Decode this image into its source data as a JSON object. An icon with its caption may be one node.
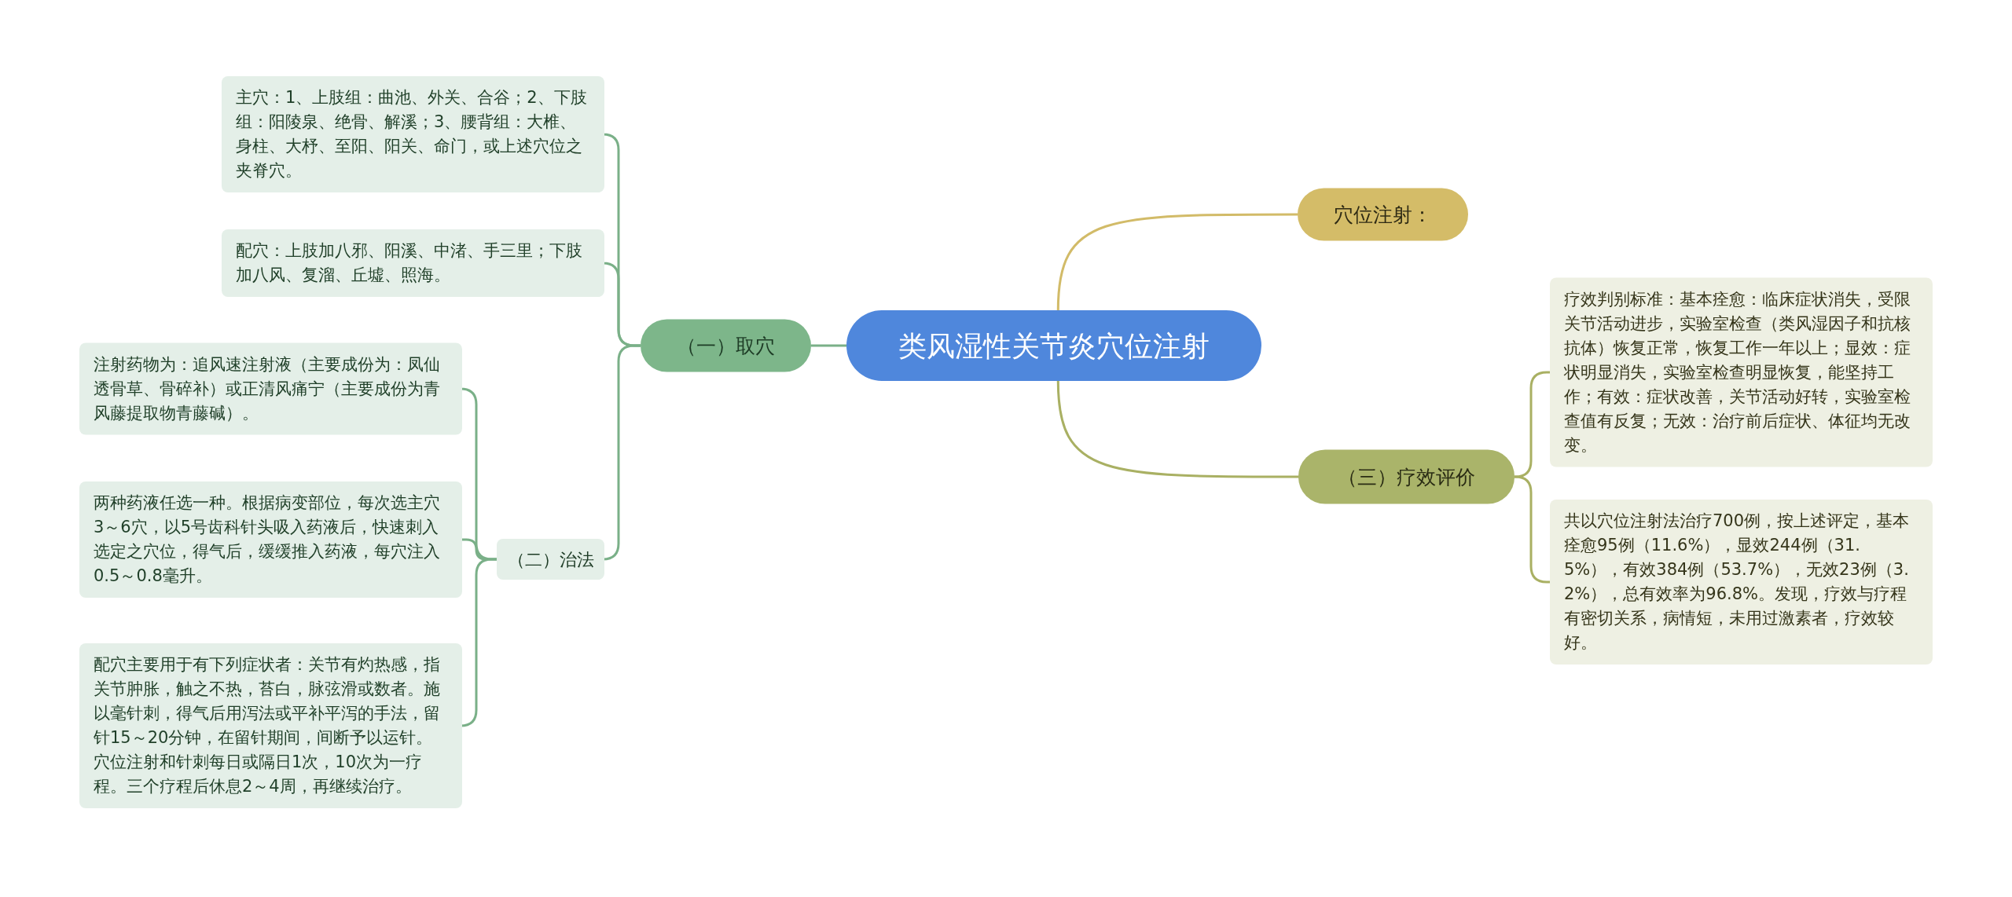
{
  "diagram": {
    "nodes": [
      {
        "text": [
          "类风湿性关节炎穴位注射"
        ]
      },
      {
        "text": [
          "（一）取穴"
        ]
      },
      {
        "text": [
          "主穴：1、上肢组：曲池、外关、合谷；2、下肢组：阳陵泉、绝骨、解溪；3、腰背组：大椎、身柱、大杼、至阳、阳关、命门，或上述穴位之夹脊穴。"
        ]
      },
      {
        "text": [
          "配穴：上肢加八邪、阳溪、中渚、手三里；下肢加八风、复溜、丘墟、照海。"
        ]
      },
      {
        "text": [
          "（二）治法"
        ]
      },
      {
        "text": [
          "注射药物为：追风速注射液（主要成份为：凤仙透骨草、骨碎补）或正清风痛宁（主要成份为青风藤提取物青藤碱）。"
        ]
      },
      {
        "text": [
          "两种药液任选一种。根据病变部位，每次选主穴3～6穴，以5号齿科针头吸入药液后，快速刺入选定之穴位，得气后，缓缓推入药液，每穴注入0.5～0.8毫升。"
        ]
      },
      {
        "text": [
          "配穴主要用于有下列症状者：关节有灼热感，指关节肿胀，触之不热，苔白，脉弦滑或数者。施以毫针刺，得气后用泻法或平补平泻的手法，留针15～20分钟，在留针期间，间断予以运针。穴位注射和针刺每日或隔日1次，10次为一疗程。三个疗程后休息2～4周，再继续治疗。"
        ]
      },
      {
        "text": [
          "穴位注射："
        ]
      },
      {
        "text": [
          "（三）疗效评价"
        ]
      },
      {
        "text": [
          "疗效判别标准：基本痊愈：临床症状消失，受限关节活动进步，实验室检查（类风湿因子和抗核抗体）恢复正常，恢复工作一年以上；显效：症状明显消失，实验室检查明显恢复，能坚持工作；有效：症状改善，关节活动好转，实验室检查值有反复；无效：治疗前后症状、体征均无改变。"
        ]
      },
      {
        "text": [
          "共以穴位注射法治疗700例，按上述评定，基本痊愈95例（11.6%），显效244例（31.5%），有效384例（53.7%），无效23例（3.2%），总有效率为96.8%。发现，疗效与疗程有密切关系，病情短，未用过激素者，疗效较好。"
        ]
      }
    ],
    "edges": [
      {
        "from": 0,
        "to": 1,
        "arrow": "none"
      },
      {
        "from": 1,
        "to": 2,
        "arrow": "none"
      },
      {
        "from": 1,
        "to": 3,
        "arrow": "none"
      },
      {
        "from": 1,
        "to": 4,
        "arrow": "none"
      },
      {
        "from": 4,
        "to": 5,
        "arrow": "none"
      },
      {
        "from": 4,
        "to": 6,
        "arrow": "none"
      },
      {
        "from": 4,
        "to": 7,
        "arrow": "none"
      },
      {
        "from": 0,
        "to": 8,
        "arrow": "none",
        "color": "#d2bb68"
      },
      {
        "from": 0,
        "to": 9,
        "arrow": "none",
        "color": "#a9b063"
      },
      {
        "from": 9,
        "to": 10,
        "arrow": "none",
        "color": "#a9b063"
      },
      {
        "from": 9,
        "to": 11,
        "arrow": "none",
        "color": "#a9b063"
      }
    ]
  }
}
